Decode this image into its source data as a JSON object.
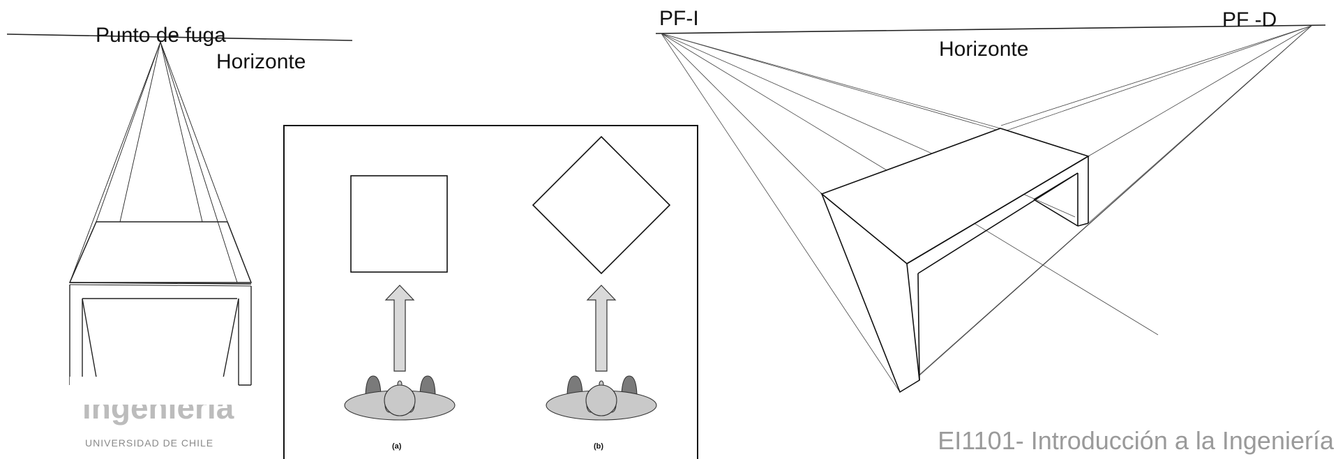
{
  "one_point": {
    "vanishing_point_label": "Punto de fuga",
    "horizon_label": "Horizonte"
  },
  "inset": {
    "caption_a": "(a)",
    "caption_b": "(b)"
  },
  "two_point": {
    "left_vp_label": "PF-I",
    "right_vp_label": "PF -D",
    "horizon_label": "Horizonte"
  },
  "branding": {
    "logo_partial_text": "ingeniería",
    "university_text": "UNIVERSIDAD DE CHILE"
  },
  "footer": {
    "course_text": "EI1101- Introducción a la Ingeniería"
  },
  "colors": {
    "line": "#222222",
    "arrow_fill": "#d9d9d9",
    "person_dark": "#7a7a7a",
    "person_light": "#c9c9c9",
    "footer_text": "#9a9a9a"
  }
}
